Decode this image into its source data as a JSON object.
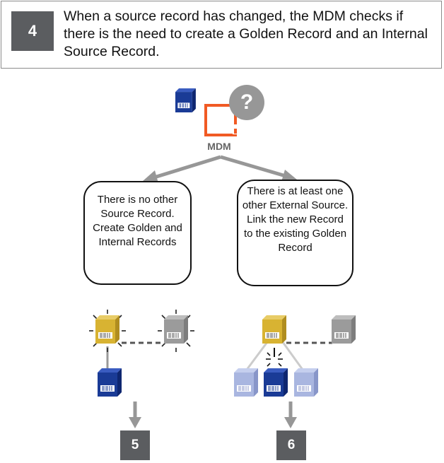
{
  "header": {
    "step": "4",
    "text": "When a source record has changed, the MDM checks if there is the need to create a Golden Record and an Internal Source Record."
  },
  "mdm": {
    "label": "MDM",
    "question": "?"
  },
  "left_box": {
    "text": "There is no other Source Record. Create Golden and Internal Records"
  },
  "right_box": {
    "text": "There is at least one other External Source. Link the new Record to the existing Golden Record"
  },
  "outcomes": {
    "left_step": "5",
    "right_step": "6"
  },
  "colors": {
    "gold": "#d8b332",
    "gray": "#9b9b9b",
    "navy": "#1a3b96",
    "light_blue": "#a9b6e0",
    "mdm_orange": "#f15a24",
    "badge": "#5b5d60"
  }
}
